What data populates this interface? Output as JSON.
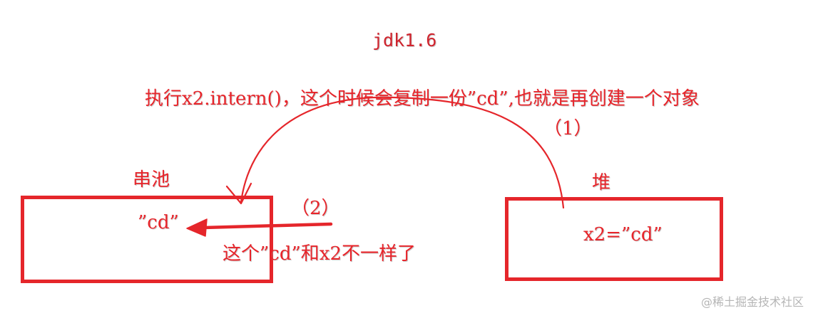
{
  "title": "jdk1.6",
  "step1": {
    "text": "执行x2.intern()，这个时候会复制一份”cd”,也就是再创建一个对象",
    "number": "（1）"
  },
  "string_pool": {
    "label": "串池",
    "value": "”cd”"
  },
  "heap": {
    "label": "堆",
    "value": "x2=”cd”"
  },
  "step2": {
    "number": "（2）",
    "note": "这个”cd”和x2不一样了"
  },
  "watermark": "@稀土掘金技术社区",
  "colors": {
    "accent_red": "#e5262b"
  }
}
